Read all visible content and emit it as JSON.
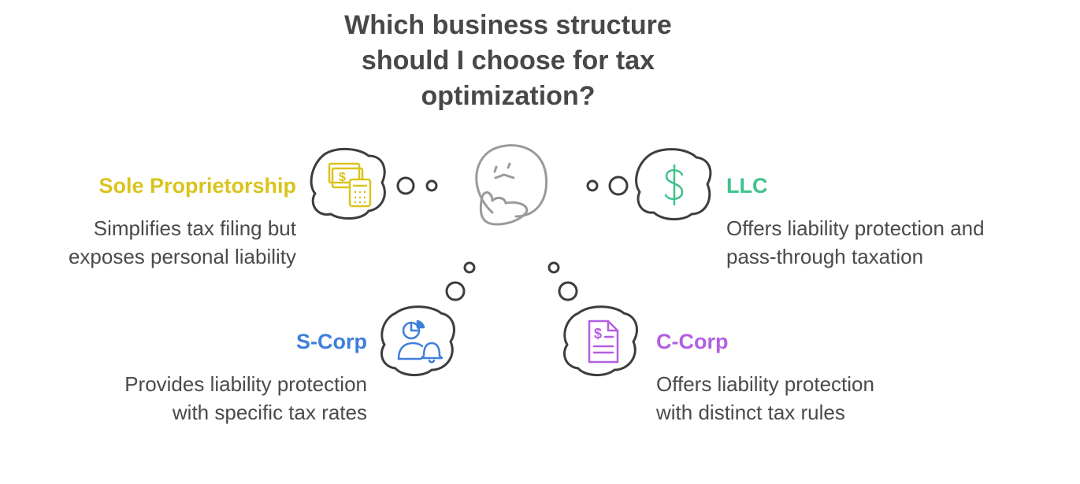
{
  "title": {
    "lines": [
      "Which business structure",
      "should I choose for tax",
      "optimization?"
    ]
  },
  "colors": {
    "sole": "#d9c41c",
    "llc": "#3fc28a",
    "scorp": "#3f7fdb",
    "ccorp": "#b35fe0",
    "outline": "#3d3d3d",
    "text": "#4a4a4a"
  },
  "options": {
    "sole": {
      "label": "Sole Proprietorship",
      "desc": [
        "Simplifies tax filing but",
        "exposes personal liability"
      ],
      "icon": "money-calculator-icon"
    },
    "llc": {
      "label": "LLC",
      "desc": [
        "Offers liability protection and",
        "pass-through taxation"
      ],
      "icon": "dollar-sign-icon"
    },
    "scorp": {
      "label": "S-Corp",
      "desc": [
        "Provides liability protection",
        "with specific tax rates"
      ],
      "icon": "person-chart-bell-icon"
    },
    "ccorp": {
      "label": "C-Corp",
      "desc": [
        "Offers liability protection",
        "with distinct tax rules"
      ],
      "icon": "dollar-document-icon"
    }
  },
  "center_icon": "thinking-face-icon"
}
